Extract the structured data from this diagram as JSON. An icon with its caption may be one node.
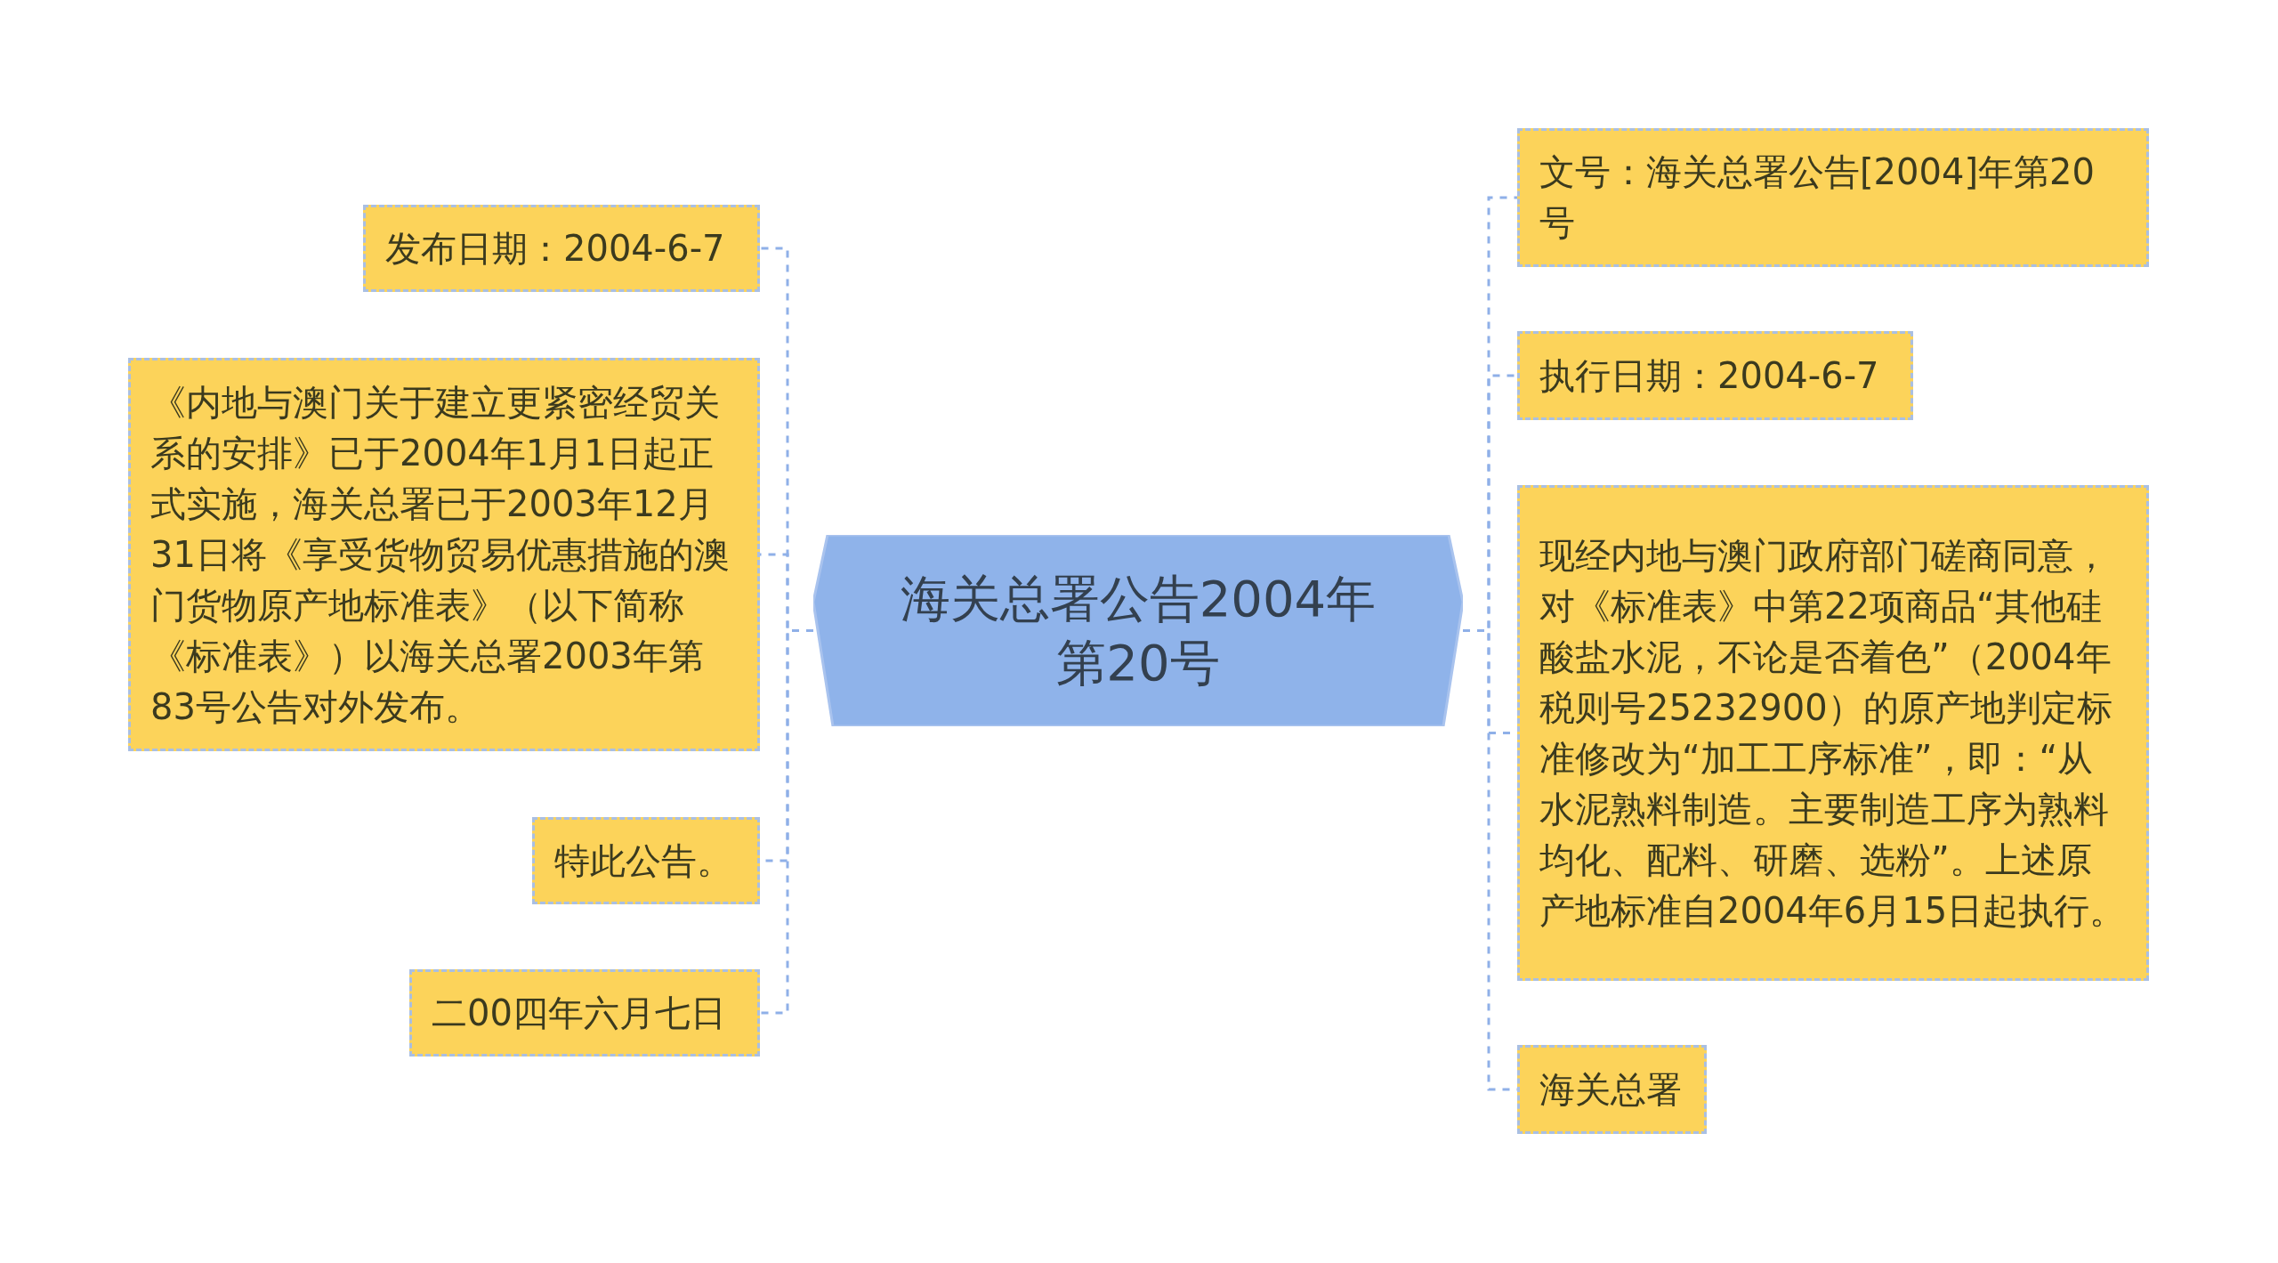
{
  "diagram": {
    "nodes": [
      {
        "text": [
          "海关总署公告2004年第20号"
        ]
      },
      {
        "text": [
          "发布日期：2004-6-7"
        ]
      },
      {
        "text": [
          "《内地与澳门关于建立更紧密经贸关系的安排》已于2004年1月1日起正式实施，海关总署已于2003年12月31日将《享受货物贸易优惠措施的澳门货物原产地标准表》（以下简称《标准表》）以海关总署2003年第83号公告对外发布。"
        ]
      },
      {
        "text": [
          "特此公告。"
        ]
      },
      {
        "text": [
          "二00四年六月七日"
        ]
      },
      {
        "text": [
          "文号：海关总署公告[2004]年第20号"
        ]
      },
      {
        "text": [
          "执行日期：2004-6-7"
        ]
      },
      {
        "text": [
          "现经内地与澳门政府部门磋商同意，对《标准表》中第22项商品“其他硅酸盐水泥，不论是否着色”（2004年税则号25232900）的原产地判定标准修改为“加工工序标准”，即：“从水泥熟料制造。主要制造工序为熟料均化、配料、研磨、选粉”。上述原产地标准自2004年6月15日起执行。"
        ]
      },
      {
        "text": [
          "海关总署"
        ]
      }
    ],
    "edges": [
      {
        "from": 0,
        "to": 1,
        "arrow": "none",
        "style": "dashed"
      },
      {
        "from": 0,
        "to": 2,
        "arrow": "none",
        "style": "dashed"
      },
      {
        "from": 0,
        "to": 3,
        "arrow": "none",
        "style": "dashed"
      },
      {
        "from": 0,
        "to": 4,
        "arrow": "none",
        "style": "dashed"
      },
      {
        "from": 0,
        "to": 5,
        "arrow": "none",
        "style": "dashed"
      },
      {
        "from": 0,
        "to": 6,
        "arrow": "none",
        "style": "dashed"
      },
      {
        "from": 0,
        "to": 7,
        "arrow": "none",
        "style": "dashed"
      },
      {
        "from": 0,
        "to": 8,
        "arrow": "none",
        "style": "dashed"
      }
    ]
  }
}
